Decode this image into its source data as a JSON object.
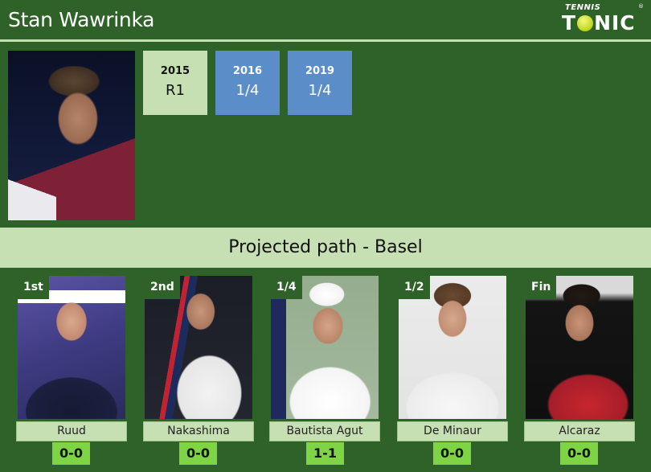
{
  "header": {
    "title": "Stan Wawrinka",
    "logo": {
      "top": "TENNIS",
      "main_left": "T",
      "main_right": "NIC",
      "reg": "®",
      "ball_icon": "tennis-ball-icon"
    }
  },
  "player": {
    "name": "Stan Wawrinka",
    "history": [
      {
        "year": "2015",
        "result": "R1",
        "style": "green"
      },
      {
        "year": "2016",
        "result": "1/4",
        "style": "blue"
      },
      {
        "year": "2019",
        "result": "1/4",
        "style": "blue"
      }
    ]
  },
  "banner": {
    "title": "Projected path - Basel"
  },
  "path": [
    {
      "round": "1st",
      "name": "Ruud",
      "h2h": "0-0"
    },
    {
      "round": "2nd",
      "name": "Nakashima",
      "h2h": "0-0"
    },
    {
      "round": "1/4",
      "name": "Bautista Agut",
      "h2h": "1-1"
    },
    {
      "round": "1/2",
      "name": "De Minaur",
      "h2h": "0-0"
    },
    {
      "round": "Fin",
      "name": "Alcaraz",
      "h2h": "0-0"
    }
  ],
  "colors": {
    "background": "#2f6228",
    "light_green": "#c6e0b4",
    "blue": "#5b8ec9",
    "h2h_green": "#7ed445"
  }
}
